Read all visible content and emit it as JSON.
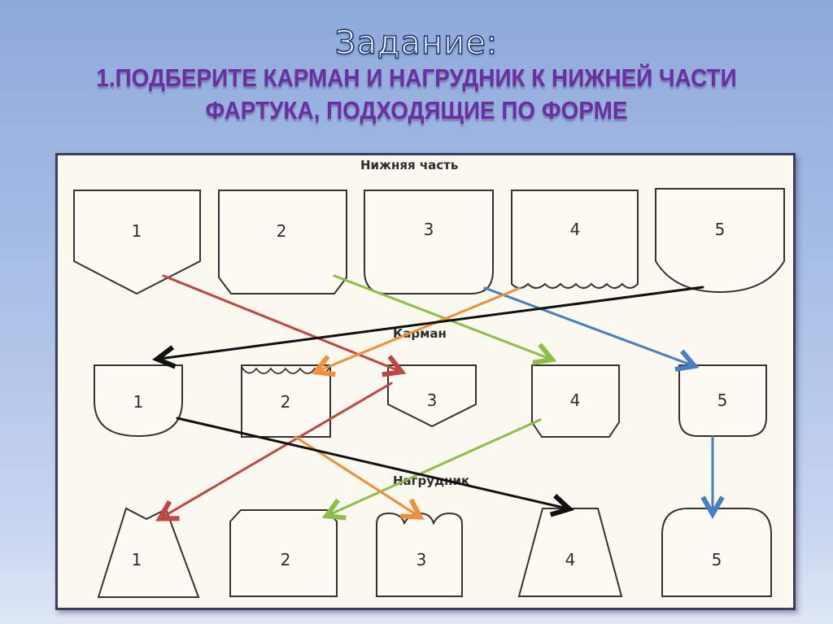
{
  "title": {
    "heading": "Задание:",
    "task_line1": "1.ПОДБЕРИТЕ КАРМАН И  НАГРУДНИК К НИЖНЕЙ ЧАСТИ",
    "task_line2": "ФАРТУКА, ПОДХОДЯЩИЕ ПО ФОРМЕ"
  },
  "sections": {
    "bottom": "Нижняя часть",
    "pocket": "Карман",
    "bib": "Нагрудник"
  },
  "rows": {
    "bottom": [
      "1",
      "2",
      "3",
      "4",
      "5"
    ],
    "pocket": [
      "1",
      "2",
      "3",
      "4",
      "5"
    ],
    "bib": [
      "1",
      "2",
      "3",
      "4",
      "5"
    ]
  },
  "connections": [
    {
      "color": "#c0463f",
      "from": "bottom-1",
      "to": "pocket-3"
    },
    {
      "color": "#c0463f",
      "from": "pocket-3",
      "to": "bib-1"
    },
    {
      "color": "#8cbf4a",
      "from": "bottom-2",
      "to": "pocket-4"
    },
    {
      "color": "#8cbf4a",
      "from": "pocket-4",
      "to": "bib-2"
    },
    {
      "color": "#4a7ec4",
      "from": "bottom-3",
      "to": "pocket-5"
    },
    {
      "color": "#4a7ec4",
      "from": "pocket-5",
      "to": "bib-5"
    },
    {
      "color": "#f08f3a",
      "from": "bottom-4",
      "to": "pocket-2"
    },
    {
      "color": "#f08f3a",
      "from": "pocket-2",
      "to": "bib-3"
    },
    {
      "color": "#111111",
      "from": "bottom-5",
      "to": "pocket-1"
    },
    {
      "color": "#111111",
      "from": "pocket-1",
      "to": "bib-4"
    }
  ]
}
